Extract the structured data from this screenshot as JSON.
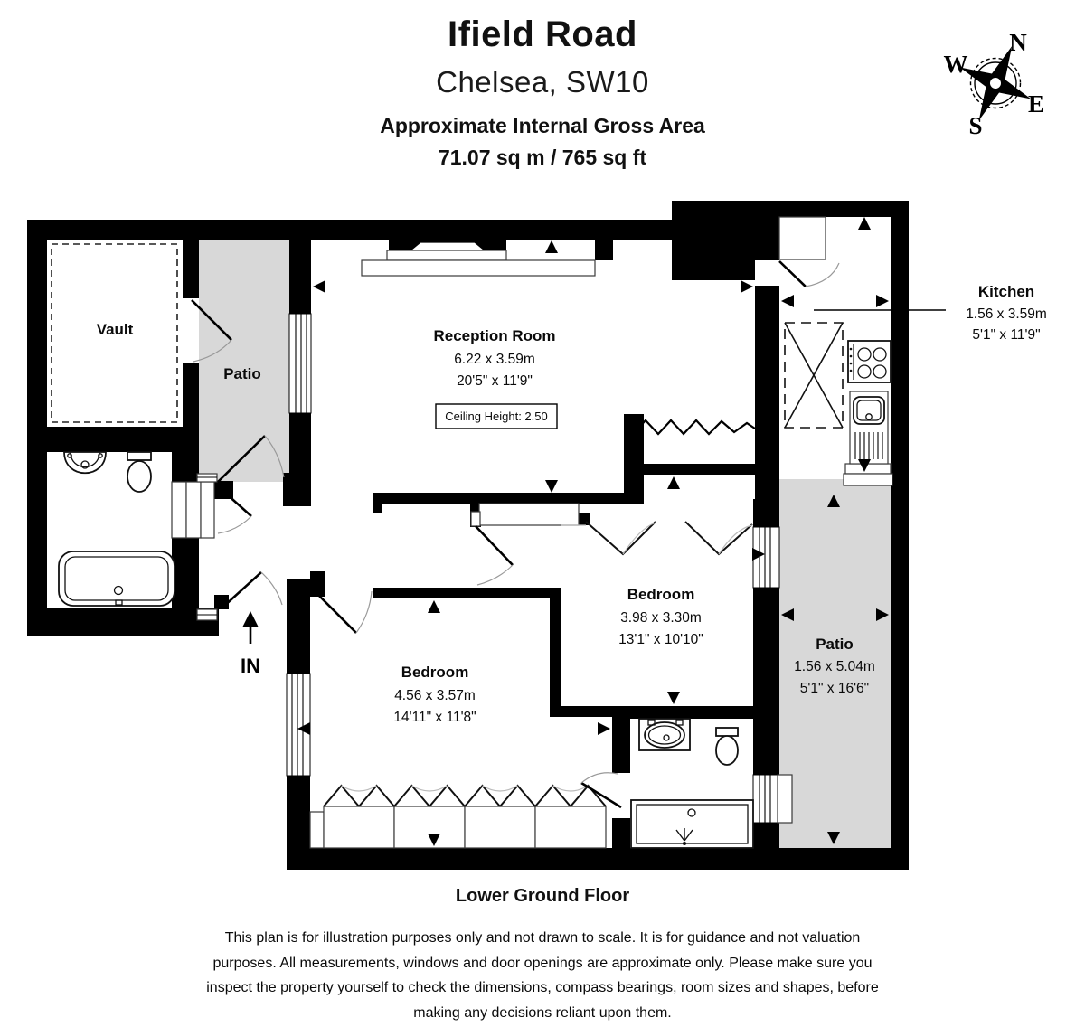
{
  "header": {
    "title": "Ifield Road",
    "subtitle": "Chelsea, SW10",
    "area_label": "Approximate Internal Gross Area",
    "area_value": "71.07 sq m / 765 sq ft"
  },
  "compass": {
    "n": "N",
    "e": "E",
    "s": "S",
    "w": "W"
  },
  "rooms": {
    "vault": {
      "name": "Vault"
    },
    "patio_left": {
      "name": "Patio"
    },
    "reception": {
      "name": "Reception Room",
      "metric": "6.22 x 3.59m",
      "imperial": "20'5\" x 11'9\"",
      "ceiling": "Ceiling Height: 2.50"
    },
    "kitchen": {
      "name": "Kitchen",
      "metric": "1.56 x 3.59m",
      "imperial": "5'1\" x 11'9\""
    },
    "bedroom_right": {
      "name": "Bedroom",
      "metric": "3.98 x 3.30m",
      "imperial": "13'1\" x 10'10\""
    },
    "bedroom_left": {
      "name": "Bedroom",
      "metric": "4.56 x 3.57m",
      "imperial": "14'11\" x 11'8\""
    },
    "patio_right": {
      "name": "Patio",
      "metric": "1.56 x 5.04m",
      "imperial": "5'1\" x 16'6\""
    }
  },
  "entrance": {
    "label": "IN"
  },
  "footer": {
    "floor": "Lower Ground Floor",
    "disclaimer": "This plan is for illustration purposes only and not drawn to scale. It is for guidance and not valuation purposes. All measurements, windows and door openings are approximate only. Please make sure you inspect the property yourself to check the dimensions, compass bearings, room sizes and shapes, before making any decisions reliant upon them."
  },
  "colors": {
    "wall": "#000000",
    "patio_fill": "#d8d8d8",
    "door_arc": "#999999"
  }
}
